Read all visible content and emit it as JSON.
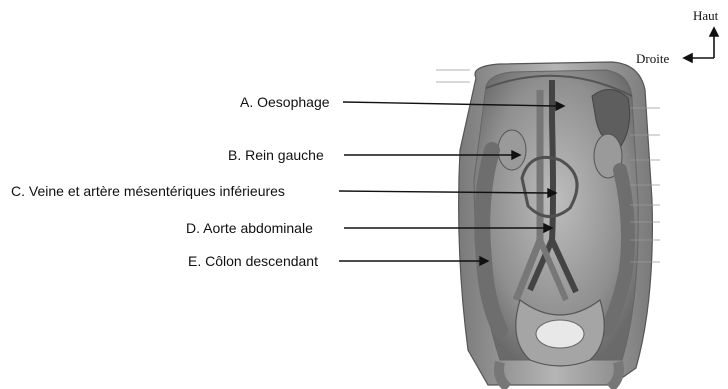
{
  "labels": [
    {
      "letter": "A",
      "text": "A. Oesophage"
    },
    {
      "letter": "B",
      "text": "B. Rein gauche"
    },
    {
      "letter": "C",
      "text": "C. Veine et artère mésentériques inférieures"
    },
    {
      "letter": "D",
      "text": "D. Aorte abdominale"
    },
    {
      "letter": "E",
      "text": "E. Côlon descendant"
    }
  ],
  "compass": {
    "up_label": "Haut",
    "right_label": "Droite"
  }
}
